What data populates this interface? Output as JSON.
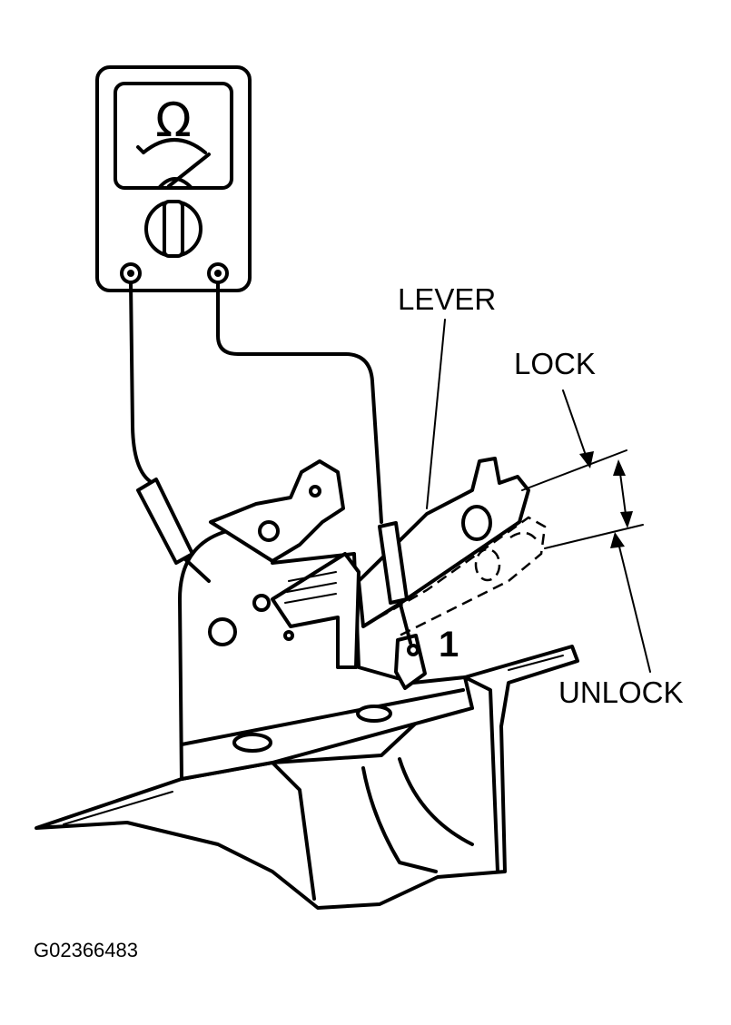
{
  "labels": {
    "lever": "LEVER",
    "lock": "LOCK",
    "unlock": "UNLOCK",
    "terminal": "1"
  },
  "figure_id": "G02366483",
  "meter": {
    "icon": "ohm-symbol",
    "symbol": "Ω"
  }
}
